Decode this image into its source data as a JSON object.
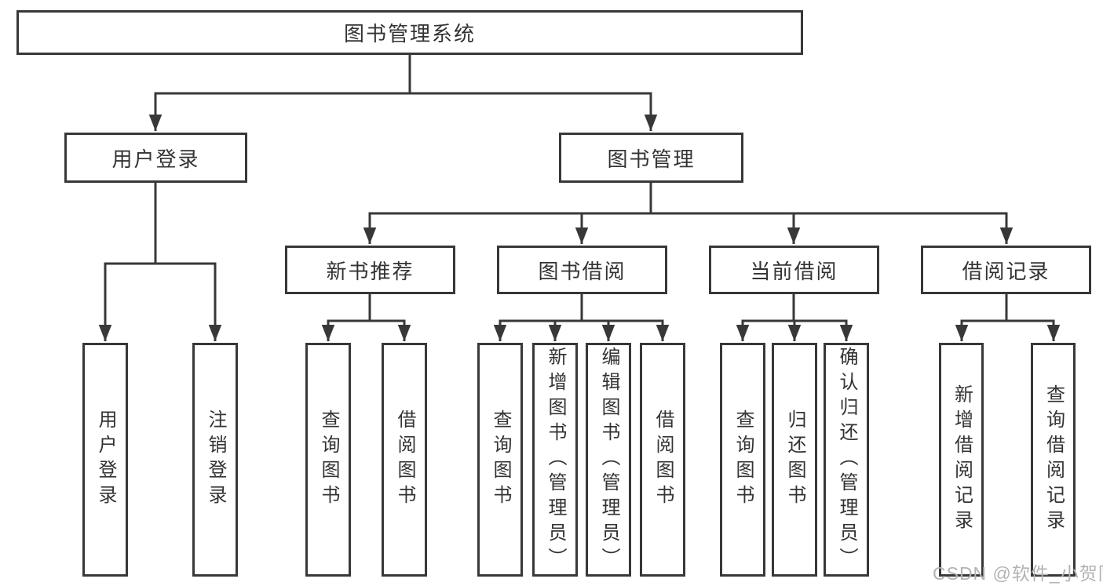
{
  "tree": {
    "root": {
      "label": "图书管理系统",
      "children": [
        {
          "label": "用户登录",
          "children": [
            {
              "label": "用户登录"
            },
            {
              "label": "注销登录"
            }
          ]
        },
        {
          "label": "图书管理",
          "children": [
            {
              "label": "新书推荐",
              "children": [
                {
                  "label": "查询图书"
                },
                {
                  "label": "借阅图书"
                }
              ]
            },
            {
              "label": "图书借阅",
              "children": [
                {
                  "label": "查询图书"
                },
                {
                  "label": "新增图书（管理员）"
                },
                {
                  "label": "编辑图书（管理员）"
                },
                {
                  "label": "借阅图书"
                }
              ]
            },
            {
              "label": "当前借阅",
              "children": [
                {
                  "label": "查询图书"
                },
                {
                  "label": "归还图书"
                },
                {
                  "label": "确认归还（管理员）"
                }
              ]
            },
            {
              "label": "借阅记录",
              "children": [
                {
                  "label": "新增借阅记录"
                },
                {
                  "label": "查询借阅记录"
                }
              ]
            }
          ]
        }
      ]
    }
  },
  "watermark": {
    "text": "CSDN @软件_小贺同学"
  },
  "colors": {
    "line": "#383838",
    "text": "#333333",
    "watermark": "#b3b3b3",
    "background": "#ffffff"
  }
}
